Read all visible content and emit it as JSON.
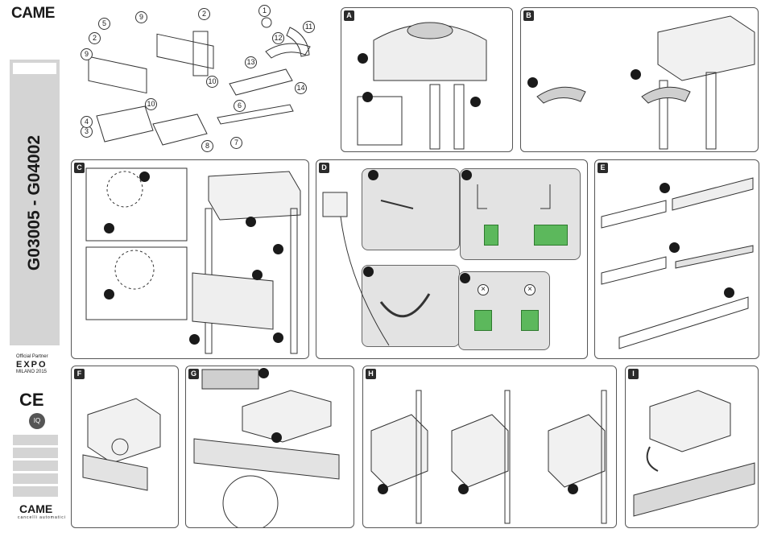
{
  "brand": {
    "name": "CAME",
    "bottom_name": "CAME",
    "bottom_tagline": "cancelli automatici"
  },
  "sidebar": {
    "model_codes": "G03005 - G04002",
    "expo_small_top": "Official Partner",
    "expo_logo": "EXPO",
    "expo_city": "MILANO 2015",
    "ce_mark": "CE",
    "cert_mark": "IQ"
  },
  "parts": {
    "numbers": [
      "1",
      "2",
      "3",
      "4",
      "5",
      "6",
      "7",
      "8",
      "9",
      "10",
      "11",
      "12",
      "13",
      "14"
    ]
  },
  "panels": [
    {
      "id": "a",
      "label": "A"
    },
    {
      "id": "b",
      "label": "B"
    },
    {
      "id": "c",
      "label": "C"
    },
    {
      "id": "d",
      "label": "D"
    },
    {
      "id": "e",
      "label": "E"
    },
    {
      "id": "f",
      "label": "F"
    },
    {
      "id": "g",
      "label": "G"
    },
    {
      "id": "h",
      "label": "H"
    },
    {
      "id": "i",
      "label": "I"
    }
  ],
  "colors": {
    "terminal_green": "#5cb85c",
    "sidebar_gray": "#d4d4d4",
    "inset_gray": "#e3e3e3"
  }
}
